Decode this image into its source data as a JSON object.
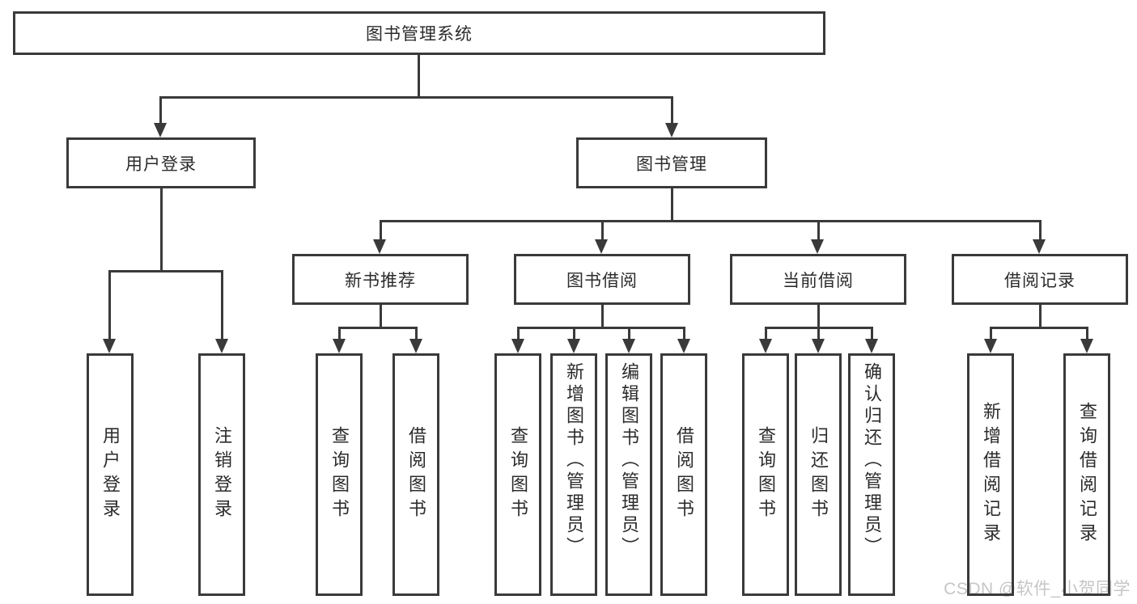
{
  "tree": {
    "root": {
      "label": "图书管理系统"
    },
    "branches": [
      {
        "label": "用户登录",
        "children": [
          "用户登录",
          "注销登录"
        ]
      },
      {
        "label": "图书管理",
        "sections": [
          {
            "label": "新书推荐",
            "children": [
              "查询图书",
              "借阅图书"
            ]
          },
          {
            "label": "图书借阅",
            "children": [
              "查询图书",
              "新增图书（管理员）",
              "编辑图书（管理员）",
              "借阅图书"
            ]
          },
          {
            "label": "当前借阅",
            "children": [
              "查询图书",
              "归还图书",
              "确认归还（管理员）"
            ]
          },
          {
            "label": "借阅记录",
            "children": [
              "新增借阅记录",
              "查询借阅记录"
            ]
          }
        ]
      }
    ]
  },
  "watermark": {
    "text": "CSDN @软件_小贺同学"
  },
  "colors": {
    "line": "#3a3a3a",
    "text": "#2b2b2b",
    "background": "#ffffff",
    "watermark": "#c6c6c6"
  }
}
